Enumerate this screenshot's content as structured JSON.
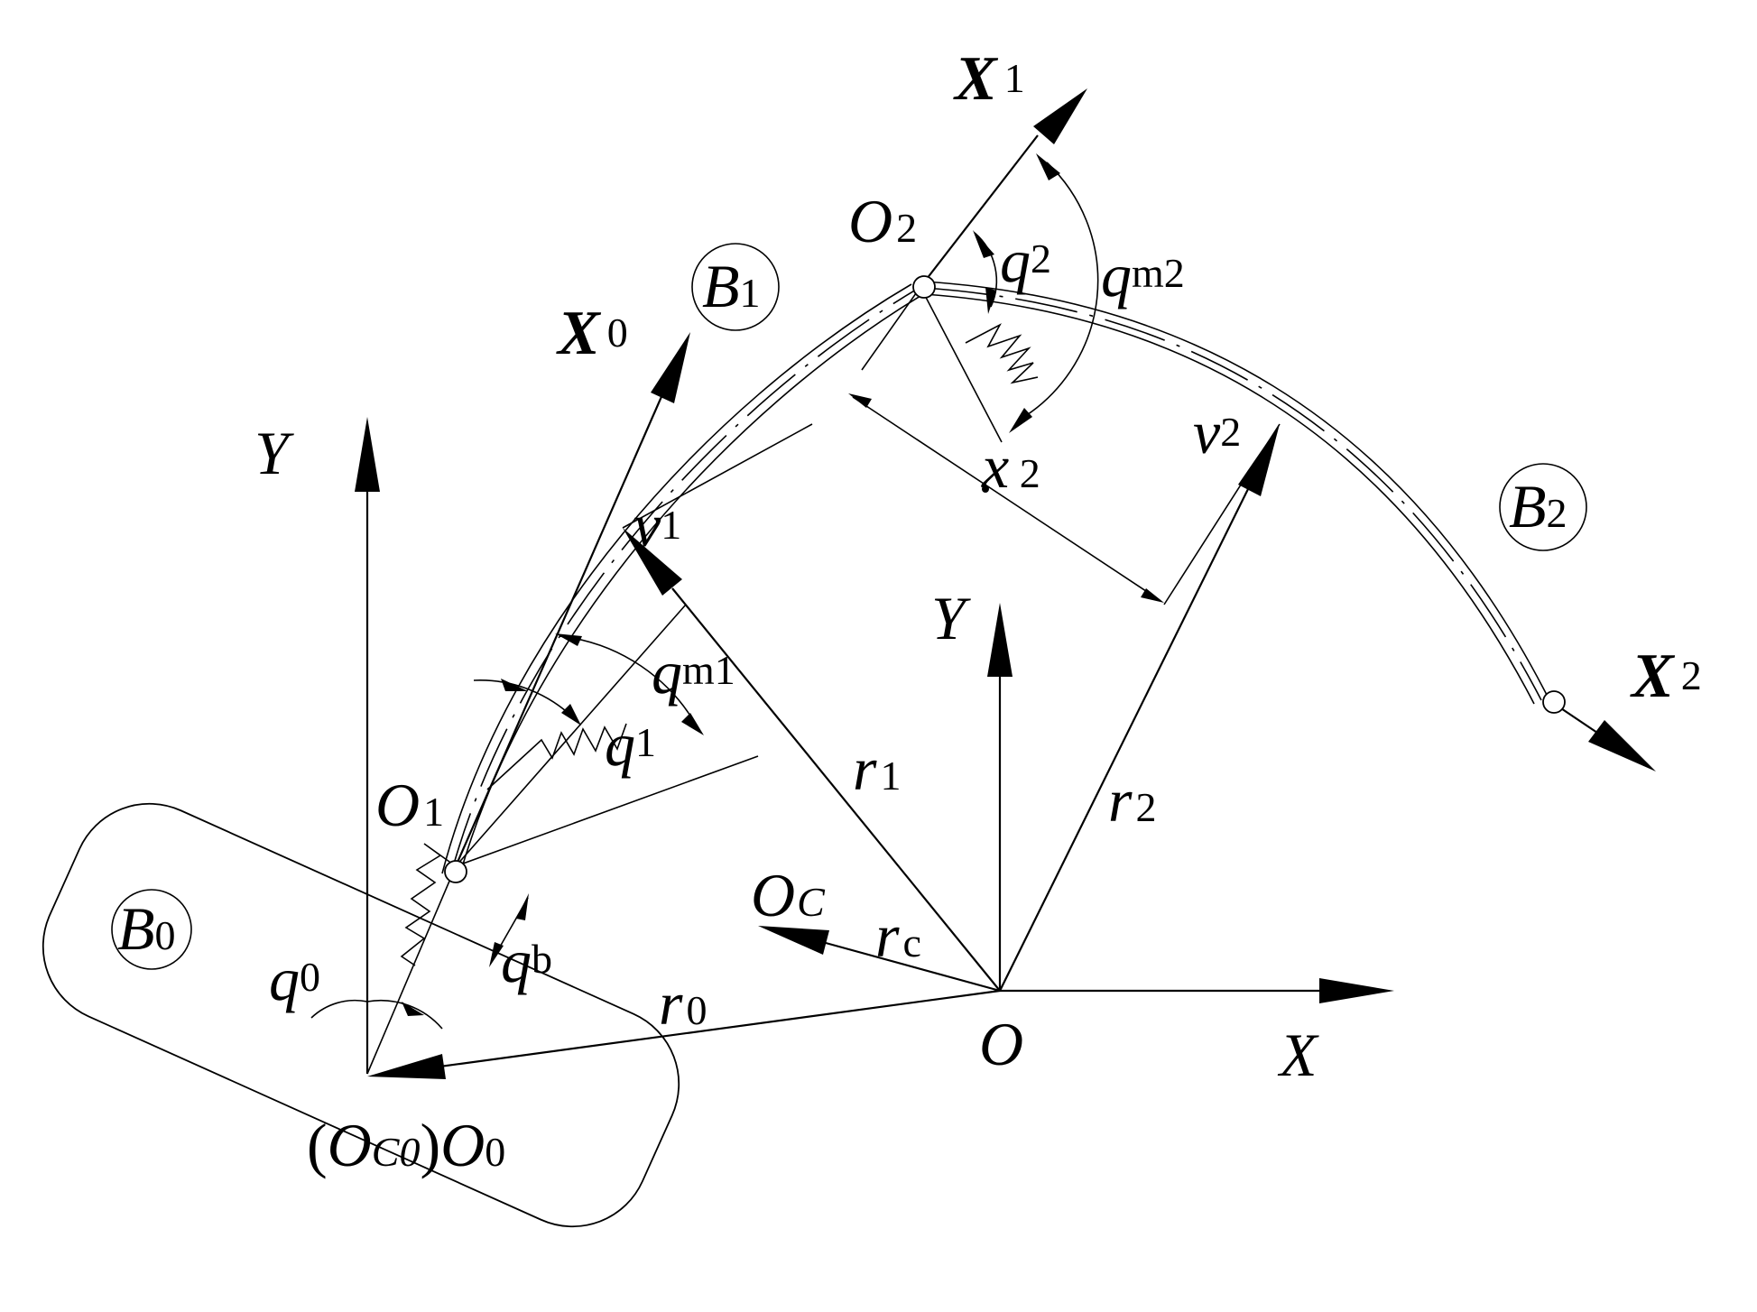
{
  "labels": {
    "X1": {
      "base": "X",
      "sub": "1"
    },
    "X0": {
      "base": "X",
      "sub": "0"
    },
    "X2": {
      "base": "X",
      "sub": "2"
    },
    "O2": {
      "base": "O",
      "sub": "2"
    },
    "O1": {
      "base": "O",
      "sub": "1"
    },
    "O": {
      "base": "O"
    },
    "OC": {
      "base": "O",
      "sub": "C"
    },
    "O0": {
      "open": "(",
      "base1": "O",
      "sub1": "C0",
      "close": ")",
      "base2": "O",
      "sub2": "0"
    },
    "B0": {
      "base": "B",
      "sub": "0"
    },
    "B1": {
      "base": "B",
      "sub": "1"
    },
    "B2": {
      "base": "B",
      "sub": "2"
    },
    "Y_left": "Y",
    "Y_center": "Y",
    "X_axis": "X",
    "q0": {
      "base": "q",
      "sub": "0"
    },
    "q1": {
      "base": "q",
      "sub": "1"
    },
    "q2": {
      "base": "q",
      "sub": "2"
    },
    "qb": {
      "base": "q",
      "sub": "b"
    },
    "qm1": {
      "base": "q",
      "sub": "m1"
    },
    "qm2": {
      "base": "q",
      "sub": "m2"
    },
    "v1": {
      "base": "v",
      "sub": "1"
    },
    "v2": {
      "base": "v",
      "sub": "2"
    },
    "x2": {
      "base": "x",
      "sub": " 2"
    },
    "r0": {
      "base": "r",
      "sub": "0"
    },
    "r1": {
      "base": "r",
      "sub": "1"
    },
    "r2": {
      "base": "r",
      "sub": "2"
    },
    "rc": {
      "base": "r",
      "sub": "c"
    }
  }
}
